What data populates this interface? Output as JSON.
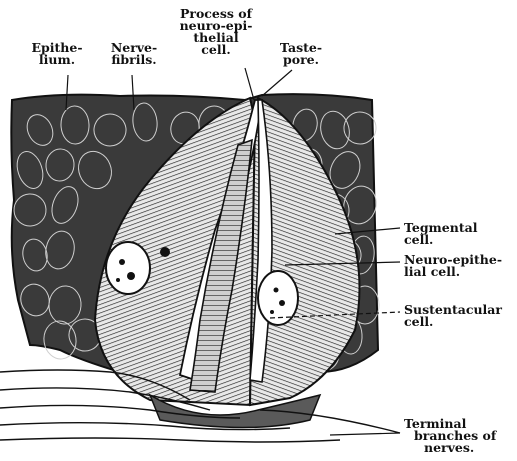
{
  "labels": {
    "epithelium": [
      "Epithe-",
      "lium."
    ],
    "nerve_fibrils": [
      "Nerve-",
      "fibrils."
    ],
    "process": [
      "Process of",
      "neuro-epi-",
      "thelial",
      "cell."
    ],
    "taste_pore": [
      "Taste-",
      "pore."
    ],
    "tegmental": [
      "Tegmental",
      "cell."
    ],
    "neuro_epithelial": [
      "Neuro-epithe-",
      "lial cell."
    ],
    "sustentacular": [
      "Sustentacular",
      "cell."
    ],
    "terminal": [
      "Terminal",
      "branches of",
      "nerves."
    ]
  },
  "colors": {
    "ink": "#111111",
    "tissue": "#3a3a3a",
    "paper": "#ffffff"
  }
}
